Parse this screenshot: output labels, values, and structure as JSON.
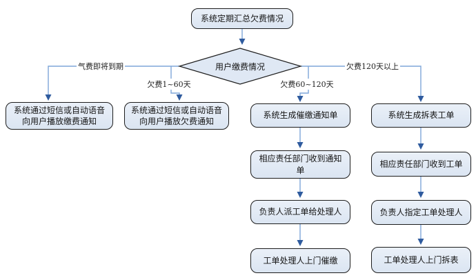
{
  "diagram": {
    "type": "flowchart",
    "nodes": {
      "start": {
        "label": "系统定期汇总欠费情况"
      },
      "decision": {
        "label": "用户缴费情况"
      },
      "notify_pay": {
        "label": "系统通过短信或自动语音向用户播放缴费通知"
      },
      "notify_arrears": {
        "label": "系统通过短信或自动语音向用户播放欠费通知"
      },
      "gen_notice": {
        "label": "系统生成催缴通知单"
      },
      "dept_notice": {
        "label": "相应责任部门收到通知单"
      },
      "assign_order": {
        "label": "负责人派工单给处理人"
      },
      "visit_collect": {
        "label": "工单处理人上门催缴"
      },
      "gen_removal": {
        "label": "系统生成拆表工单"
      },
      "dept_order": {
        "label": "相应责任部门收到工单"
      },
      "designate_handler": {
        "label": "负责人指定工单处理人"
      },
      "visit_removal": {
        "label": "工单处理人上门拆表"
      }
    },
    "edges": {
      "due_soon": "气费即将到期",
      "days_1_60": "欠费1~60天",
      "days_60_120": "欠费60~120天",
      "days_120_plus": "欠费120天以上"
    },
    "colors": {
      "node_fill": "#dfe8f4",
      "node_border": "#1c1c1c",
      "connector": "#7ea6d8",
      "arrowhead": "#2f5b9e",
      "background": "#ffffff"
    }
  }
}
